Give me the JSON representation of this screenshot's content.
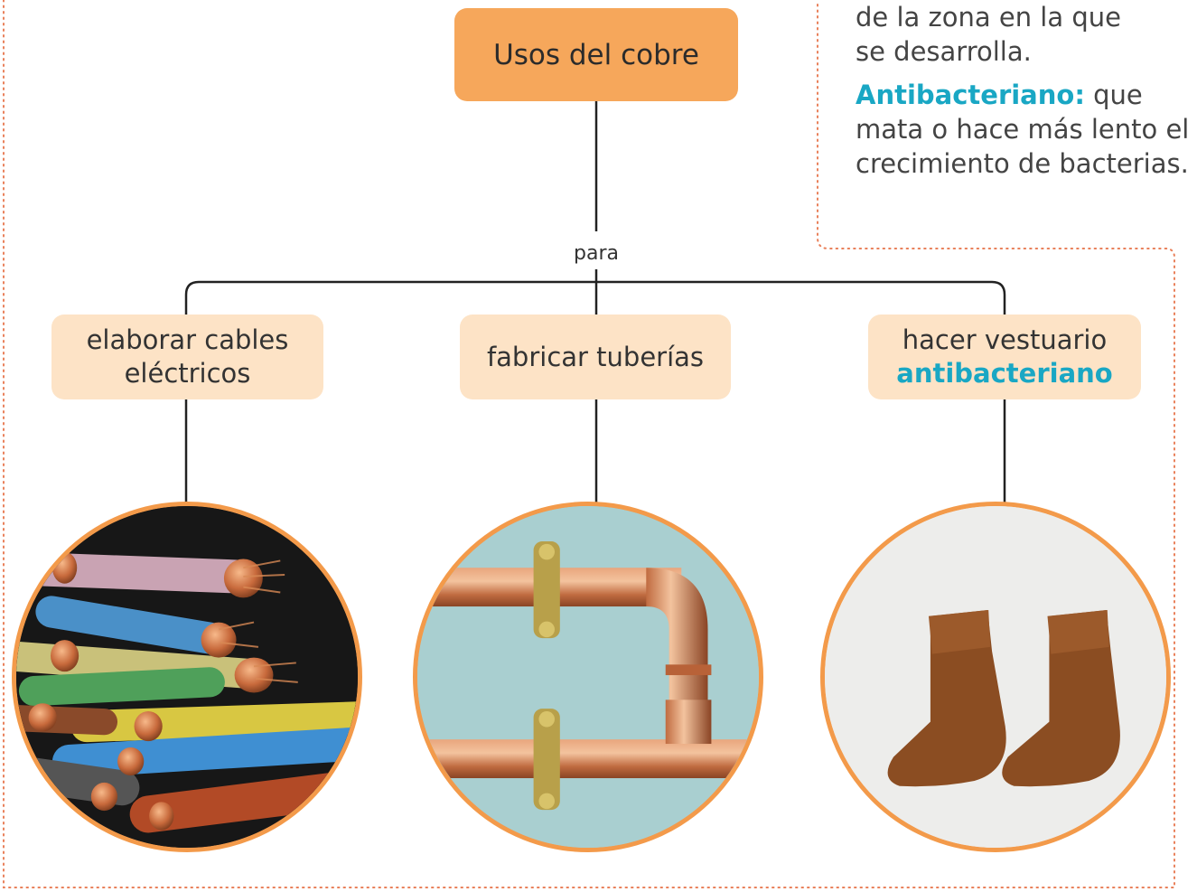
{
  "diagram": {
    "root": "Usos del cobre",
    "connector": "para",
    "branches": [
      {
        "line1": "elaborar cables",
        "line2": "eléctricos",
        "image": "copper-cables-photo"
      },
      {
        "line1": "fabricar tuberías",
        "image": "copper-pipes-photo"
      },
      {
        "line1": "hacer vestuario",
        "line2": "antibacteriano",
        "image": "copper-socks-photo"
      }
    ]
  },
  "glossary": {
    "line1": "de la zona en la que",
    "line2": "se desarrolla.",
    "term": "Antibacteriano:",
    "def_after_term": " que",
    "def_line2": "mata o hace más lento el",
    "def_line3": "crecimiento de bacterias."
  },
  "colors": {
    "root_fill": "#f6a75b",
    "node_fill": "#fde3c6",
    "accent_term": "#19a7c4",
    "photo_border": "#f39a4a",
    "dotted_frame": "#e9805a"
  }
}
